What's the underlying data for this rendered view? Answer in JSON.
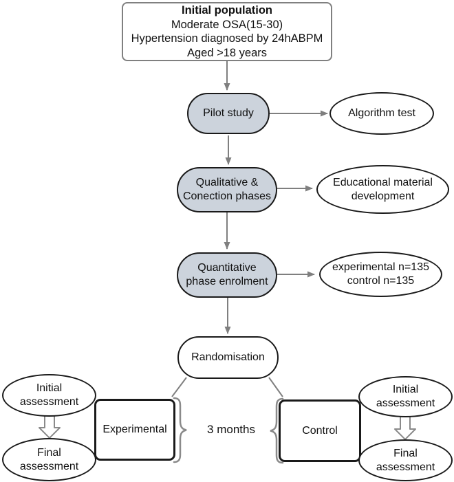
{
  "palette": {
    "node_fill": "#ccd3dc",
    "node_border": "#1a1a1a",
    "outline_gray": "#808080",
    "connector": "#7f7f7f",
    "brace": "#8a8a8a",
    "text": "#111111",
    "bg": "#ffffff"
  },
  "flow": {
    "initial_population": {
      "title": "Initial population",
      "lines": [
        "Moderate OSA(15-30)",
        "Hypertension diagnosed by 24hABPM",
        "Aged >18 years"
      ]
    },
    "pilot": {
      "label": "Pilot study"
    },
    "algorithm": {
      "label": "Algorithm test"
    },
    "qualitative": {
      "label": "Qualitative &\nConection phases"
    },
    "educational": {
      "label": "Educational material\ndevelopment"
    },
    "quantitative": {
      "label": "Quantitative\nphase enrolment"
    },
    "enrolment_numbers": {
      "label": "experimental n=135\ncontrol n=135"
    },
    "randomisation": {
      "label": "Randomisation"
    },
    "experimental_arm": {
      "label": "Experimental"
    },
    "control_arm": {
      "label": "Control"
    },
    "duration": {
      "label": "3 months"
    },
    "left_initial_assessment": {
      "label": "Initial\nassessment"
    },
    "left_final_assessment": {
      "label": "Final\nassessment"
    },
    "right_initial_assessment": {
      "label": "Initial\nassessment"
    },
    "right_final_assessment": {
      "label": "Final\nassessment"
    }
  }
}
